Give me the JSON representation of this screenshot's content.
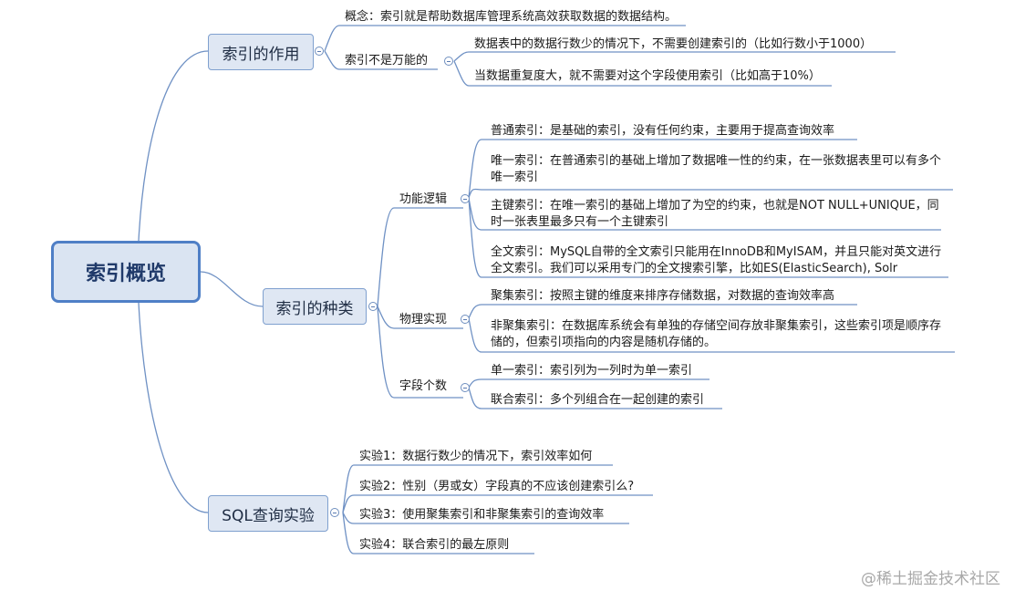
{
  "root": {
    "label": "索引概览"
  },
  "branches": {
    "role": {
      "label": "索引的作用",
      "concept": "概念：索引就是帮助数据库管理系统高效获取数据的数据结构。",
      "not_universal": {
        "label": "索引不是万能的",
        "items": [
          "数据表中的数据行数少的情况下，不需要创建索引的（比如行数小于1000）",
          "当数据重复度大，就不需要对这个字段使用索引（比如高于10%）"
        ]
      }
    },
    "types": {
      "label": "索引的种类",
      "function_logic": {
        "label": "功能逻辑",
        "items": [
          "普通索引：是基础的索引，没有任何约束，主要用于提高查询效率",
          "唯一索引：在普通索引的基础上增加了数据唯一性的约束，在一张数据表里可以有多个唯一索引",
          "主键索引：在唯一索引的基础上增加了为空的约束，也就是NOT NULL+UNIQUE，同时一张表里最多只有一个主键索引",
          "全文索引：MySQL自带的全文索引只能用在InnoDB和MyISAM，并且只能对英文进行全文索引。我们可以采用专门的全文搜索引擎，比如ES(ElasticSearch), Solr"
        ]
      },
      "physical": {
        "label": "物理实现",
        "items": [
          "聚集索引：按照主键的维度来排序存储数据，对数据的查询效率高",
          "非聚集索引：在数据库系统会有单独的存储空间存放非聚集索引，这些索引项是顺序存储的，但索引项指向的内容是随机存储的。"
        ]
      },
      "field_count": {
        "label": "字段个数",
        "items": [
          "单一索引：索引列为一列时为单一索引",
          "联合索引：多个列组合在一起创建的索引"
        ]
      }
    },
    "sql": {
      "label": "SQL查询实验",
      "items": [
        "实验1：数据行数少的情况下，索引效率如何",
        "实验2：性别（男或女）字段真的不应该创建索引么?",
        "实验3：使用聚集索引和非聚集索引的查询效率",
        "实验4：联合索引的最左原则"
      ]
    }
  },
  "watermark": "@稀土掘金技术社区",
  "colors": {
    "line": "#6f91c4",
    "root_border": "#4f7fc6",
    "box_fill": "#dfe7f3"
  }
}
